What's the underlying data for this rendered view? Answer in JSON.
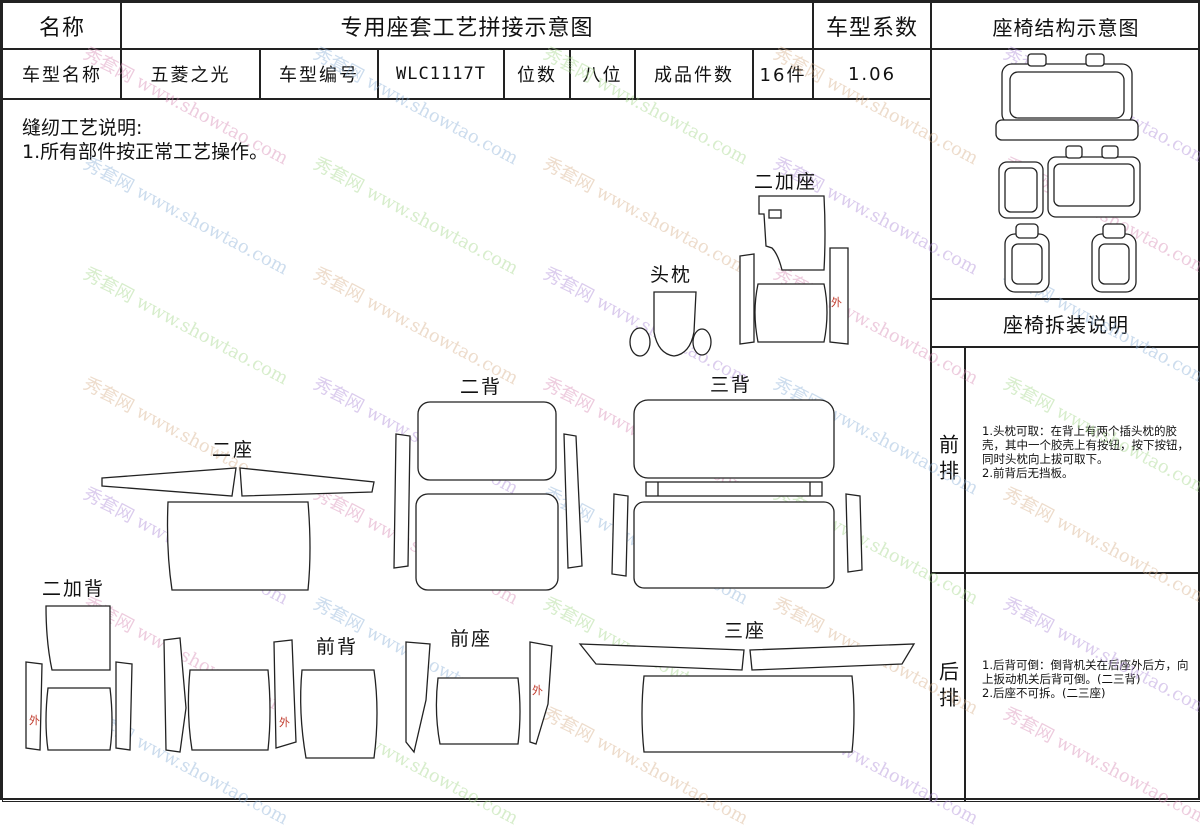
{
  "header": {
    "name_label": "名称",
    "doc_title": "专用座套工艺拼接示意图",
    "coef_label": "车型系数",
    "struct_title": "座椅结构示意图"
  },
  "info": {
    "model_name_label": "车型名称",
    "model_name": "五菱之光",
    "model_code_label": "车型编号",
    "model_code": "WLC1117T",
    "seats_label": "位数",
    "seats": "八位",
    "pieces_label": "成品件数",
    "pieces": "16件",
    "coef_value": "1.06"
  },
  "notes": {
    "title": "缝纫工艺说明:",
    "line1": "1.所有部件按正常工艺操作。"
  },
  "part_labels": {
    "extra_seat": "二加座",
    "headrest": "头枕",
    "second_back": "二背",
    "third_back": "三背",
    "second_seat": "二座",
    "extra_back": "二加背",
    "front_back": "前背",
    "front_seat": "前座",
    "third_seat": "三座",
    "outer_mark": "外"
  },
  "right_panel": {
    "removal_title": "座椅拆装说明",
    "front_row_label": "前排",
    "front_row_text": "1.头枕可取：在背上有两个插头枕的胶壳，其中一个胶壳上有按钮，按下按钮，同时头枕向上拔可取下。\n2.前背后无挡板。",
    "rear_row_label": "后排",
    "rear_row_text": "1.后背可倒：倒背机关在后座外后方，向上扳动机关后背可倒。(二三背)\n2.后座不可拆。(二三座)"
  },
  "watermark": {
    "brand": "秀套网",
    "url": "www.showtao.com"
  },
  "colors": {
    "line": "#222222",
    "outer_mark": "#c0392b"
  }
}
